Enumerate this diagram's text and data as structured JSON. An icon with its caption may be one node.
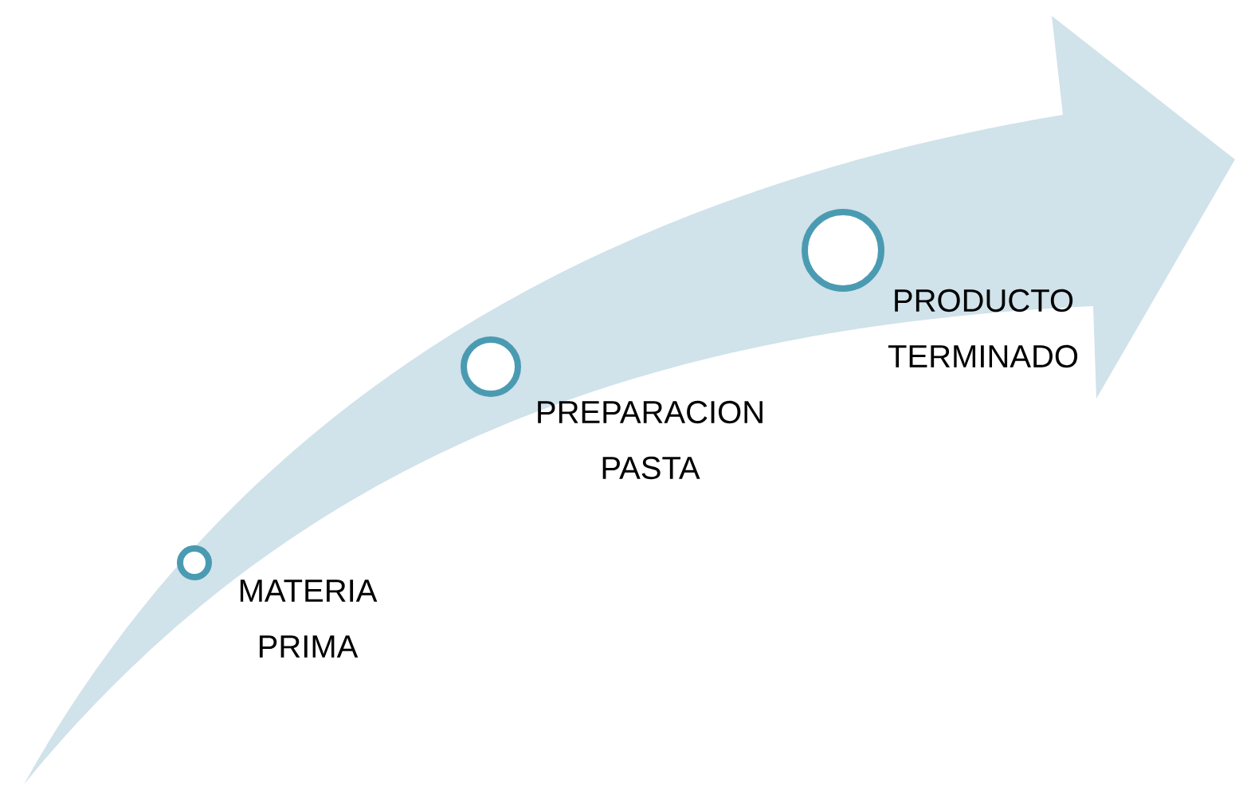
{
  "diagram": {
    "nodes": [
      {
        "text": [],
        "shape": "circle",
        "beside": [
          "MATERIA PRIMA"
        ]
      },
      {
        "text": [],
        "shape": "circle",
        "beside": [
          "PREPARACION PASTA"
        ]
      },
      {
        "text": [],
        "shape": "circle",
        "beside": [
          "PRODUCTO TERMINADO"
        ]
      }
    ]
  }
}
